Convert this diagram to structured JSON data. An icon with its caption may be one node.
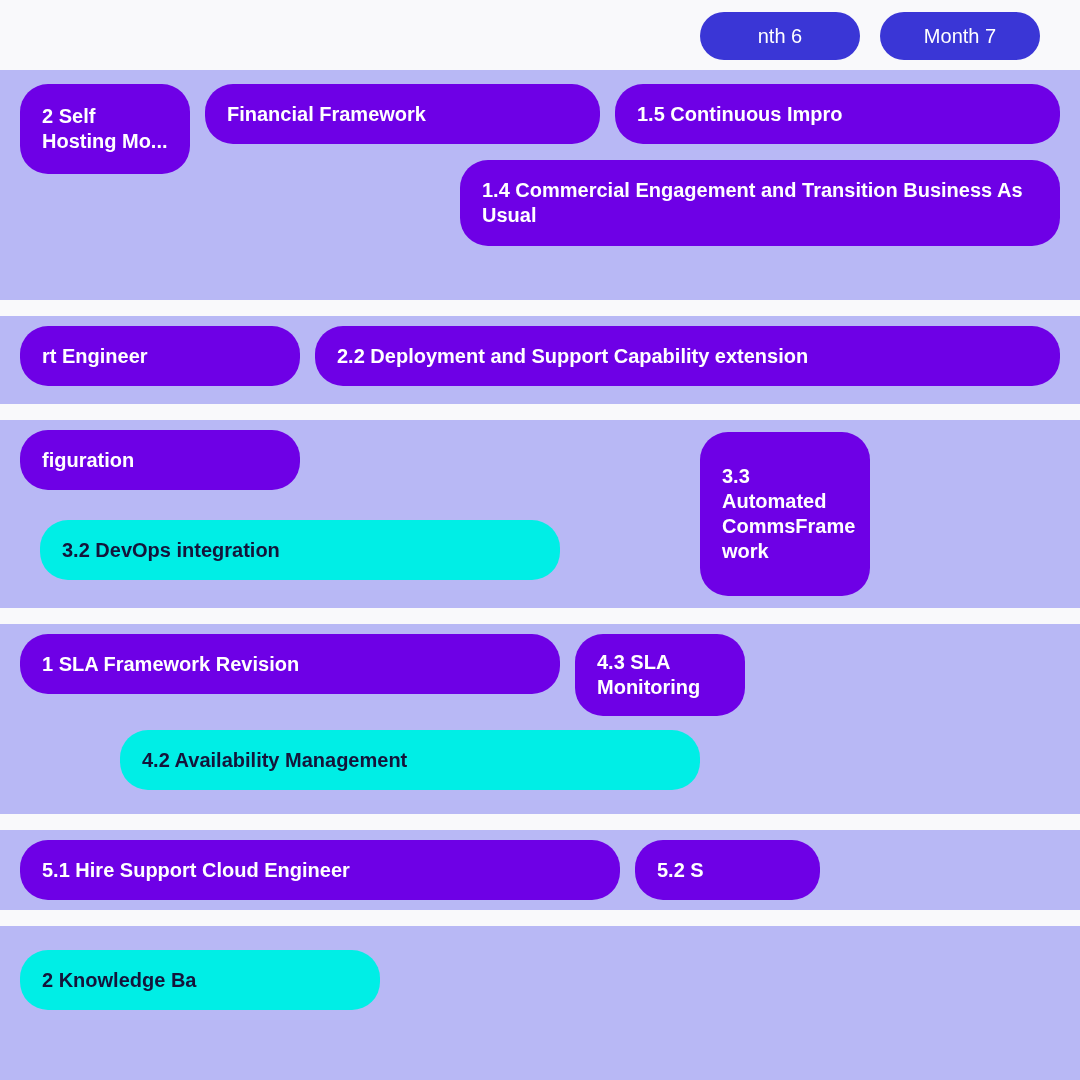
{
  "diagram": {
    "nodes": [
      {
        "text": [
          "nth 6"
        ]
      },
      {
        "text": [
          "Month 7"
        ]
      },
      {
        "text": [
          "2 Self Hosting Mo..."
        ]
      },
      {
        "text": [
          "Financial Framework"
        ]
      },
      {
        "text": [
          "1.5 Continuous Impro"
        ]
      },
      {
        "text": [
          "1.4 Commercial Engagement and Transition Business As Usual"
        ]
      },
      {
        "text": [
          "rt Engineer"
        ]
      },
      {
        "text": [
          "2.2 Deployment and Support Capability extension"
        ]
      },
      {
        "text": [
          "figuration"
        ]
      },
      {
        "text": [
          "3.2 DevOps integration"
        ]
      },
      {
        "text": [
          "3.3 Automated CommsFrame work"
        ]
      },
      {
        "text": [
          "1 SLA Framework Revision"
        ]
      },
      {
        "text": [
          "4.3 SLA Monitoring"
        ]
      },
      {
        "text": [
          "4.2 Availability Management"
        ]
      },
      {
        "text": [
          "5.1 Hire Support Cloud Engineer"
        ]
      },
      {
        "text": [
          "5.2 S"
        ]
      },
      {
        "text": [
          "2 Knowledge Ba"
        ]
      }
    ]
  }
}
